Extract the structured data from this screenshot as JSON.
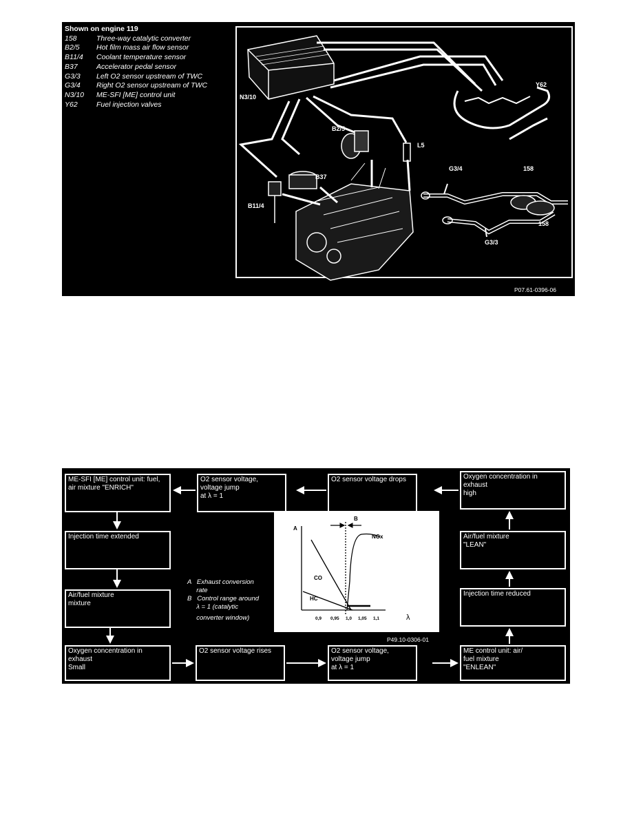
{
  "figure1": {
    "legend_title": "Shown on engine 119",
    "legend": [
      {
        "code": "158",
        "desc": "Three-way catalytic converter"
      },
      {
        "code": "B2/5",
        "desc": "Hot film mass air flow sensor"
      },
      {
        "code": "B11/4",
        "desc": "Coolant temperature sensor"
      },
      {
        "code": "B37",
        "desc": "Accelerator pedal sensor"
      },
      {
        "code": "G3/3",
        "desc": "Left O2 sensor upstream of TWC"
      },
      {
        "code": "G3/4",
        "desc": "Right O2 sensor upstream of TWC"
      },
      {
        "code": "N3/10",
        "desc": "ME-SFI [ME] control unit"
      },
      {
        "code": "Y62",
        "desc": "Fuel injection valves"
      }
    ],
    "labels": {
      "n310": "N3/10",
      "y62": "Y62",
      "b25": "B2/5",
      "l5": "L5",
      "b37": "B37",
      "b114": "B11/4",
      "g34": "G3/4",
      "c158a": "158",
      "c158b": "158",
      "g33": "G3/3"
    },
    "ref": "P07.61-0396-06"
  },
  "figure2": {
    "boxes": {
      "me_enrich": [
        "ME-SFI [ME] control unit: fuel,",
        "air mixture \"ENRICH\""
      ],
      "o2_jump_top": [
        "O2 sensor voltage,",
        "voltage jump",
        "at λ = 1"
      ],
      "o2_drops": [
        "O2 sensor voltage drops"
      ],
      "oxy_high": [
        "Oxygen concentration in",
        "exhaust",
        "high"
      ],
      "inj_extended": [
        "Injection time extended"
      ],
      "af_lean": [
        "Air/fuel mixture",
        "\"LEAN\""
      ],
      "af_mixture": [
        "Air/fuel mixture",
        "mixture"
      ],
      "inj_reduced": [
        "Injection time reduced"
      ],
      "oxy_small": [
        "Oxygen concentration in",
        "exhaust",
        "Small"
      ],
      "o2_rises": [
        "O2 sensor voltage rises"
      ],
      "o2_jump_bottom": [
        "O2 sensor voltage,",
        "voltage jump",
        "at λ = 1"
      ],
      "me_enlean": [
        "ME control unit: air/",
        "fuel mixture",
        "\"ENLEAN\""
      ]
    },
    "notes": [
      "A   Exhaust conversion",
      "     rate",
      "B   Control range around",
      "     λ = 1 (catalytic",
      "     converter window)"
    ],
    "graph": {
      "y_label": "A",
      "x_label": "λ",
      "b_label": "B",
      "ticks": [
        "0,9",
        "0,95",
        "1,0",
        "1,05",
        "1,1"
      ],
      "co": "CO",
      "hc": "HC",
      "nox": "NOx"
    },
    "ref": "P49.10-0306-01"
  }
}
